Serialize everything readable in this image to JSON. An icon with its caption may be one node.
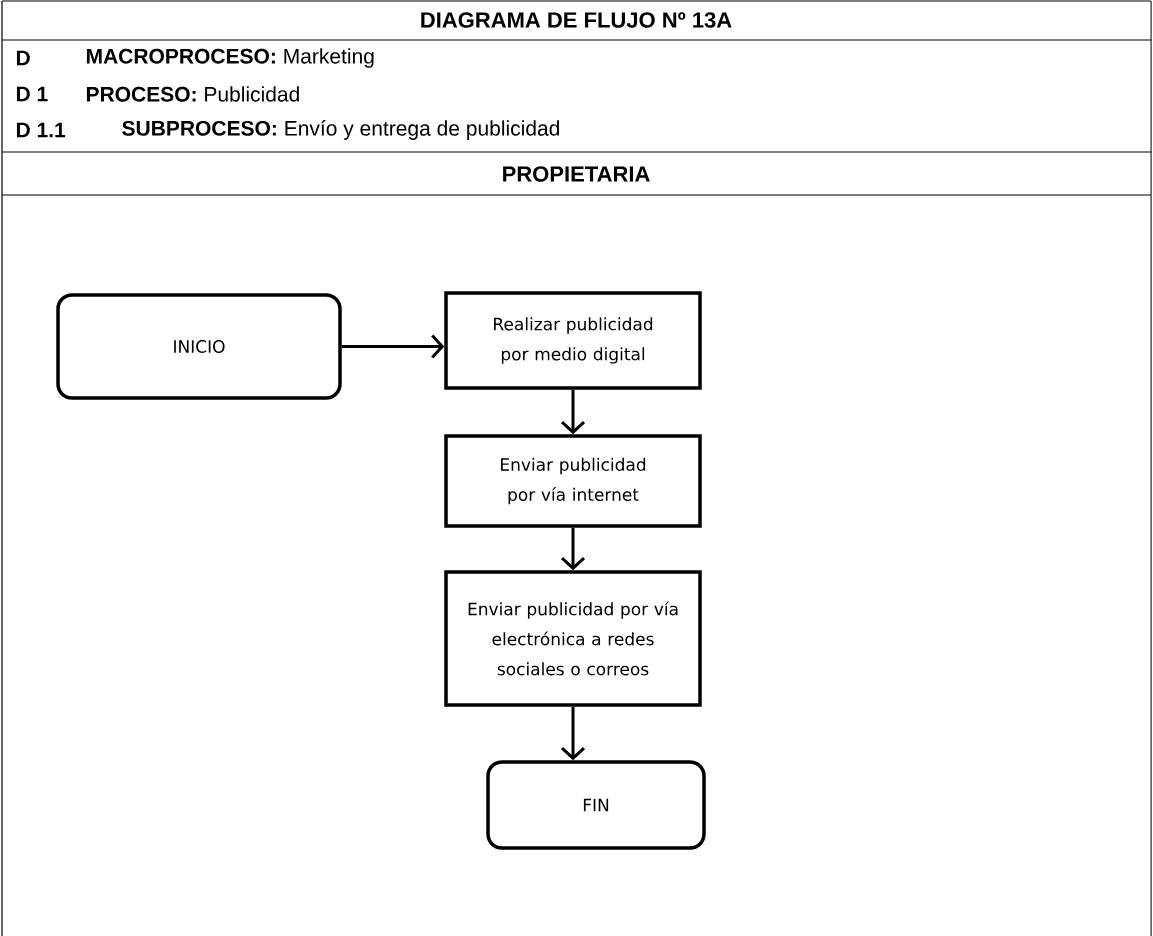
{
  "diagram": {
    "title": "DIAGRAMA DE FLUJO Nº 13A",
    "nodes": [
      {
        "text": [
          "INICIO"
        ]
      },
      {
        "text": [
          "Realizar publicidad por medio digital"
        ]
      },
      {
        "text": [
          "Enviar publicidad por vía internet"
        ]
      },
      {
        "text": [
          "Enviar publicidad por vía electrónica a redes sociales o correos"
        ]
      },
      {
        "text": [
          "FIN"
        ]
      }
    ],
    "edges": [
      {
        "from": 0,
        "to": 1,
        "arrow": "to"
      },
      {
        "from": 1,
        "to": 2,
        "arrow": "to"
      },
      {
        "from": 2,
        "to": 3,
        "arrow": "to"
      },
      {
        "from": 3,
        "to": 4,
        "arrow": "to"
      }
    ],
    "labels": [
      "D",
      "**MACROPROCESO:** Marketing",
      "D 1",
      "**PROCESO:** Publicidad",
      "D 1.1",
      "**SUBPROCESO:** Envío y entrega de publicidad",
      "PROPIETARIA"
    ]
  }
}
